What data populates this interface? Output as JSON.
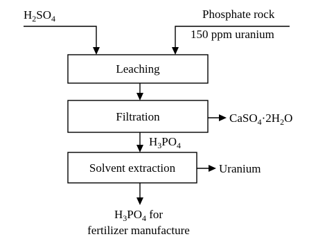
{
  "inputs": {
    "acid": {
      "formula": "H",
      "sub1": "2",
      "mid": "SO",
      "sub2": "4"
    },
    "rock": {
      "line1": "Phosphate rock",
      "line2": "150 ppm uranium"
    }
  },
  "steps": {
    "leaching": "Leaching",
    "filtration": "Filtration",
    "solvent_extraction": "Solvent extraction"
  },
  "streams": {
    "gypsum": {
      "a": "CaSO",
      "sub1": "4",
      "b": "·2H",
      "sub2": "2",
      "c": "O"
    },
    "acid_mid": {
      "a": "H",
      "sub1": "3",
      "b": "PO",
      "sub2": "4"
    },
    "uranium": "Uranium"
  },
  "product": {
    "a": "H",
    "sub1": "3",
    "b": "PO",
    "sub2": "4",
    "c": " for",
    "line2": "fertilizer manufacture"
  }
}
